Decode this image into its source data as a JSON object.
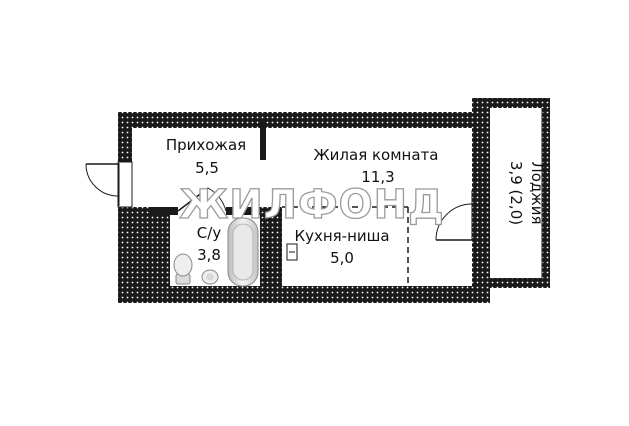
{
  "rooms": {
    "hallway": {
      "name": "Прихожая",
      "area": "5,5"
    },
    "living": {
      "name": "Жилая комната",
      "area": "11,3"
    },
    "bathroom": {
      "name": "С/у",
      "area": "3,8"
    },
    "kitchen": {
      "name": "Кухня-ниша",
      "area": "5,0"
    },
    "loggia": {
      "name": "Лоджия",
      "area": "3,9 (2,0)"
    }
  },
  "watermark": "ЖИЛФОНД",
  "colors": {
    "wall": "#1a1a1a",
    "hatch_bg": "#ffffff",
    "fixture": "#cfcfcf"
  }
}
